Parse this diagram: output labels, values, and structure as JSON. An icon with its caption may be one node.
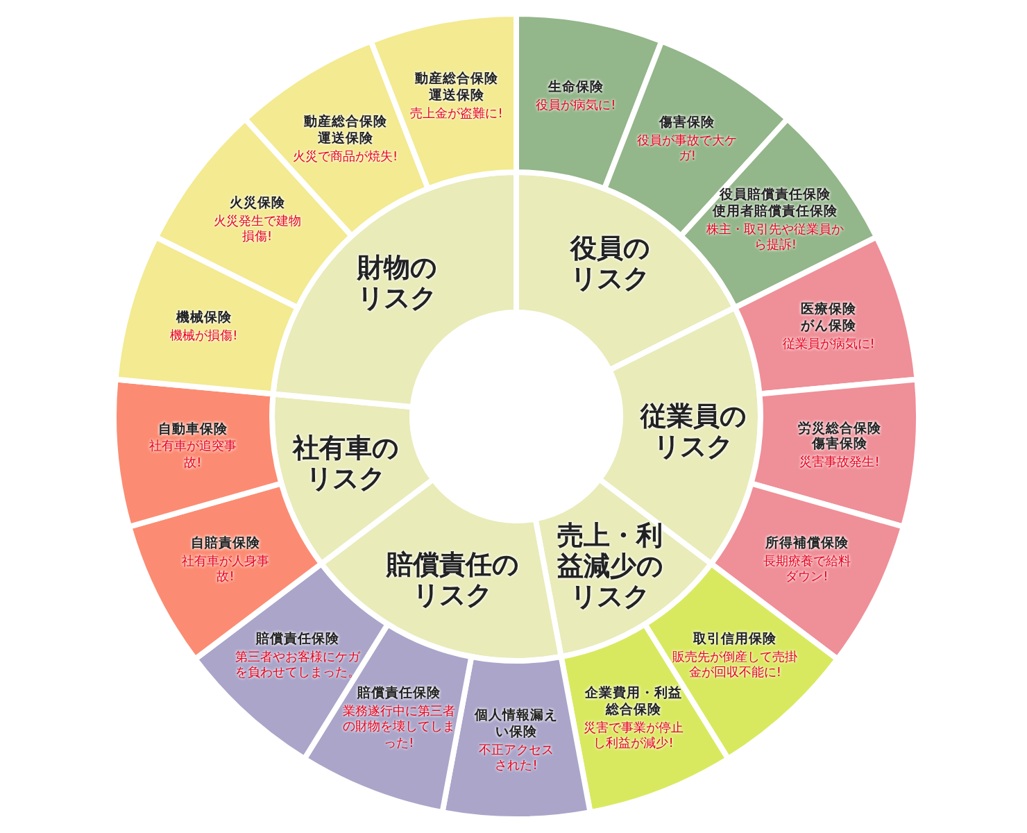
{
  "diagram": {
    "nodes": [
      {
        "text": [
          "役員のリスク"
        ]
      },
      {
        "text": [
          "従業員のリスク"
        ]
      },
      {
        "text": [
          "売上・利益減少のリスク"
        ]
      },
      {
        "text": [
          "賠償責任のリスク"
        ]
      },
      {
        "text": [
          "社有車のリスク"
        ]
      },
      {
        "text": [
          "財物のリスク"
        ]
      },
      {
        "text": [
          "生命保険",
          "役員が病気に!"
        ]
      },
      {
        "text": [
          "傷害保険",
          "役員が事故で大ケガ!"
        ]
      },
      {
        "text": [
          "役員賠償責任保険",
          "使用者賠償責任保険",
          "株主・取引先や従業員から提訴!"
        ]
      },
      {
        "text": [
          "医療保険",
          "がん保険",
          "従業員が病気に!"
        ]
      },
      {
        "text": [
          "労災総合保険",
          "傷害保険",
          "災害事故発生!"
        ]
      },
      {
        "text": [
          "所得補償保険",
          "長期療養で給料ダウン!"
        ]
      },
      {
        "text": [
          "取引信用保険",
          "販売先が倒産して売掛金が回収不能に!"
        ]
      },
      {
        "text": [
          "企業費用・利益総合保険",
          "災害で事業が停止し利益が減少!"
        ]
      },
      {
        "text": [
          "個人情報漏えい保険",
          "不正アクセスされた!"
        ]
      },
      {
        "text": [
          "賠償責任保険",
          "業務遂行中に第三者の財物を壊してしまった!"
        ]
      },
      {
        "text": [
          "賠償責任保険",
          "第三者やお客様にケガを負わせてしまった。"
        ]
      },
      {
        "text": [
          "自賠責保険",
          "社有車が人身事故!"
        ]
      },
      {
        "text": [
          "自動車保険",
          "社有車が追突事故!"
        ]
      },
      {
        "text": [
          "機械保険",
          "機械が損傷!"
        ]
      },
      {
        "text": [
          "火災保険",
          "火災発生で建物損傷!"
        ]
      },
      {
        "text": [
          "動産総合保険",
          "運送保険",
          "火災で商品が焼失!"
        ]
      },
      {
        "text": [
          "動産総合保険",
          "運送保険",
          "売上金が盗難に!"
        ]
      }
    ]
  }
}
